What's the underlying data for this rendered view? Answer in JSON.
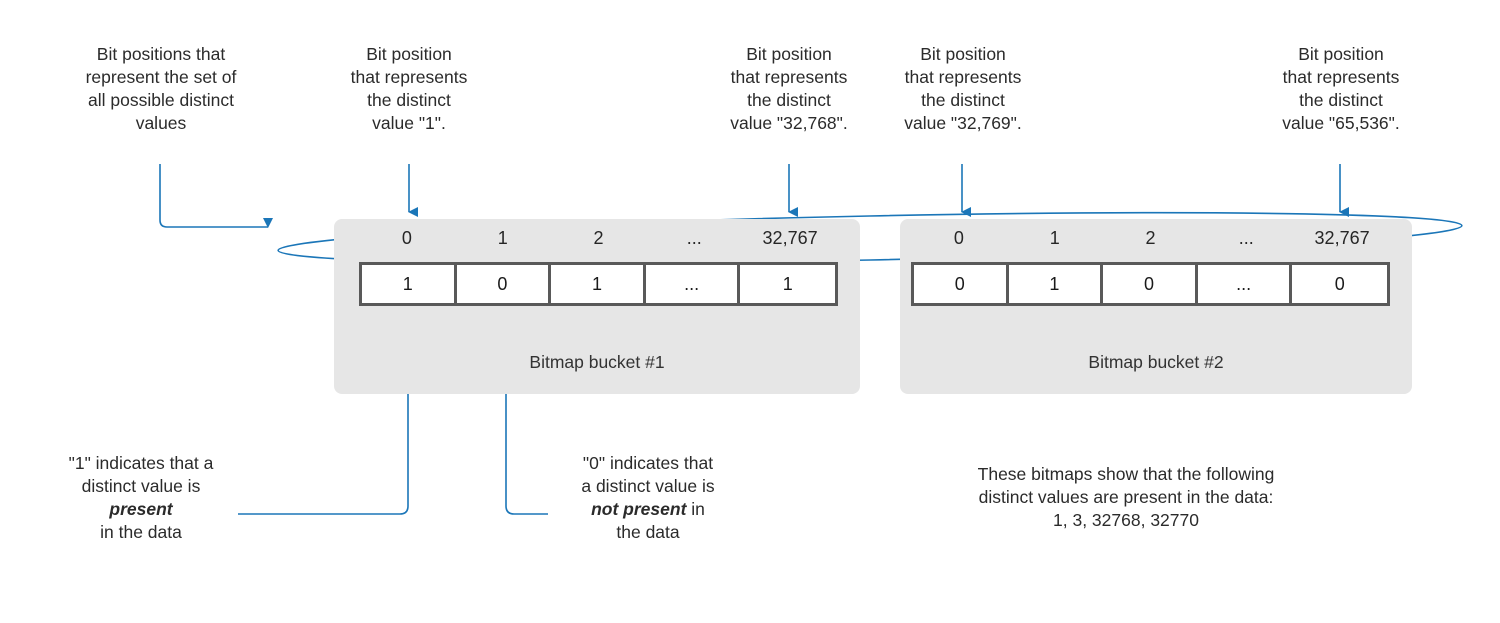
{
  "theme": {
    "accent": "#1b76b8",
    "bucket_bg": "#e6e6e6",
    "cell_border": "#595959",
    "text": "#2b2b2b"
  },
  "callouts": {
    "all_positions": {
      "lines": [
        "Bit positions that",
        "represent the set of",
        "all possible distinct",
        "values"
      ]
    },
    "pos_1": {
      "lines": [
        "Bit position",
        "that represents",
        "the distinct",
        "value \"1\"."
      ]
    },
    "pos_32768": {
      "lines": [
        "Bit position",
        "that represents",
        "the distinct",
        "value \"32,768\"."
      ]
    },
    "pos_32769": {
      "lines": [
        "Bit position",
        "that represents",
        "the distinct",
        "value \"32,769\"."
      ]
    },
    "pos_65536": {
      "lines": [
        "Bit position",
        "that represents",
        "the distinct",
        "value \"65,536\"."
      ]
    },
    "one_means": {
      "line1": "\"1\" indicates that a",
      "line2": "distinct value is",
      "emphasis": "present",
      "line4": "in the data"
    },
    "zero_means": {
      "line1": "\"0\" indicates that",
      "line2": "a distinct value is",
      "emphasis": "not present",
      "after_emphasis": " in",
      "line4": "the data"
    },
    "summary": {
      "line1": "These bitmaps show that the following",
      "line2": "distinct values are present in the data:",
      "line3": "1, 3, 32768, 32770"
    }
  },
  "buckets": [
    {
      "id": "bucket-1",
      "label": "Bitmap bucket #1",
      "indices": [
        "0",
        "1",
        "2",
        "...",
        "32,767"
      ],
      "bits": [
        "1",
        "0",
        "1",
        "...",
        "1"
      ]
    },
    {
      "id": "bucket-2",
      "label": "Bitmap bucket #2",
      "indices": [
        "0",
        "1",
        "2",
        "...",
        "32,767"
      ],
      "bits": [
        "0",
        "1",
        "0",
        "...",
        "0"
      ]
    }
  ]
}
